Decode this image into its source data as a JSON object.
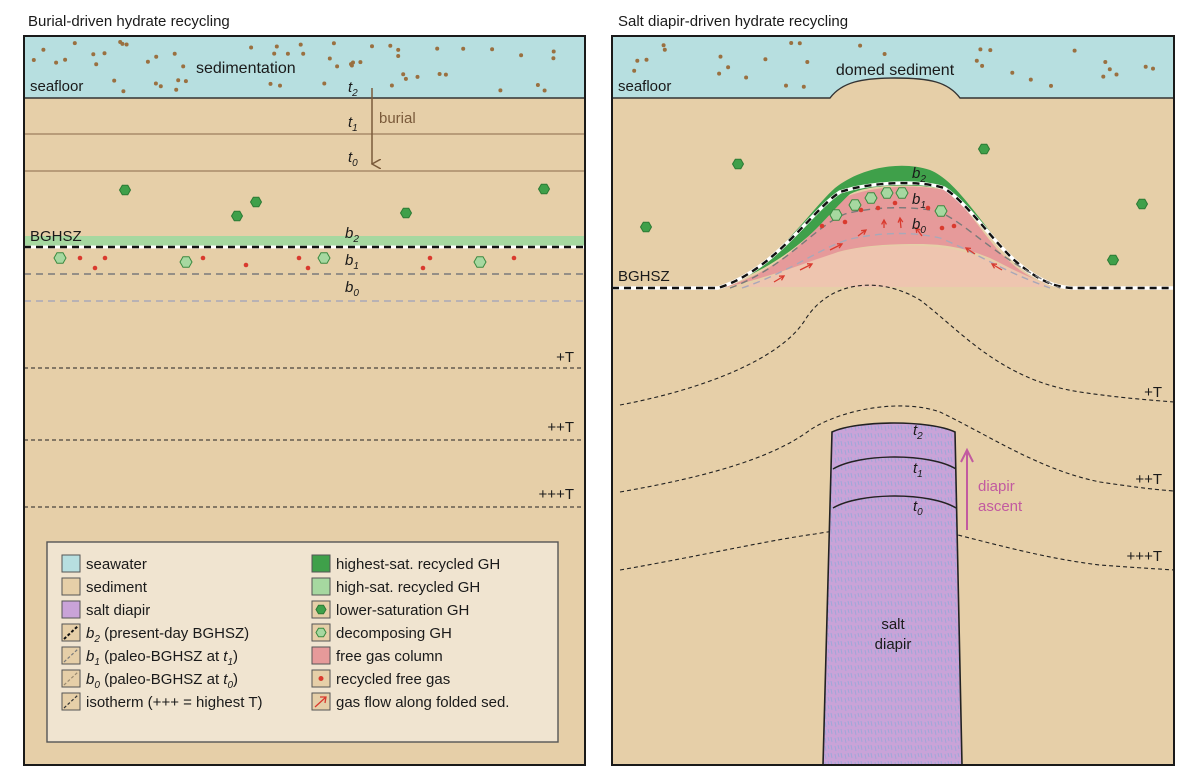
{
  "left_panel": {
    "title": "Burial-driven hydrate recycling",
    "seafloor": "seafloor",
    "sedimentation": "sedimentation",
    "burial": "burial",
    "bghsz": "BGHSZ",
    "t2": "t",
    "t2_sub": "2",
    "t1": "t",
    "t1_sub": "1",
    "t0": "t",
    "t0_sub": "0",
    "b2": "b",
    "b2_sub": "2",
    "b1": "b",
    "b1_sub": "1",
    "b0": "b",
    "b0_sub": "0",
    "isotherm_1": "+T",
    "isotherm_2": "++T",
    "isotherm_3": "+++T"
  },
  "right_panel": {
    "title": "Salt diapir-driven hydrate recycling",
    "seafloor": "seafloor",
    "domed_sediment": "domed sediment",
    "bghsz": "BGHSZ",
    "b2": "b",
    "b2_sub": "2",
    "b1": "b",
    "b1_sub": "1",
    "b0": "b",
    "b0_sub": "0",
    "t2": "t",
    "t2_sub": "2",
    "t1": "t",
    "t1_sub": "1",
    "t0": "t",
    "t0_sub": "0",
    "diapir_ascent_1": "diapir",
    "diapir_ascent_2": "ascent",
    "salt_diapir_1": "salt",
    "salt_diapir_2": "diapir",
    "isotherm_1": "+T",
    "isotherm_2": "++T",
    "isotherm_3": "+++T"
  },
  "legend": {
    "left": [
      {
        "label": "seawater"
      },
      {
        "label": "sediment"
      },
      {
        "label": "salt diapir"
      },
      {
        "pre": "b",
        "sub": "2",
        "post": " (present-day BGHSZ)"
      },
      {
        "pre": "b",
        "sub": "1",
        "post": " (paleo-BGHSZ at ",
        "t": "t",
        "tsub": "1",
        "end": ")"
      },
      {
        "pre": "b",
        "sub": "0",
        "post": " (paleo-BGHSZ at ",
        "t": "t",
        "tsub": "0",
        "end": ")"
      },
      {
        "label": "isotherm (+++ = highest T)"
      }
    ],
    "right": [
      {
        "label": "highest-sat. recycled GH"
      },
      {
        "label": "high-sat. recycled GH"
      },
      {
        "label": "lower-saturation GH"
      },
      {
        "label": "decomposing GH"
      },
      {
        "label": "free gas column"
      },
      {
        "label": "recycled free gas"
      },
      {
        "label": "gas flow along folded sed."
      }
    ]
  },
  "colors": {
    "seawater": "#b7dfe0",
    "sediment": "#e6cfa8",
    "salt": "#c9a3d8",
    "dark_green": "#3fa04a",
    "light_green": "#a6d8a0",
    "free_gas": "#e69a9a",
    "red_dot": "#d93a2e",
    "brown_dot": "#9a7040",
    "diapir_arrow": "#c25aa0",
    "burial_arrow": "#7a5a3a",
    "legend_bg": "#f0e4d0"
  }
}
